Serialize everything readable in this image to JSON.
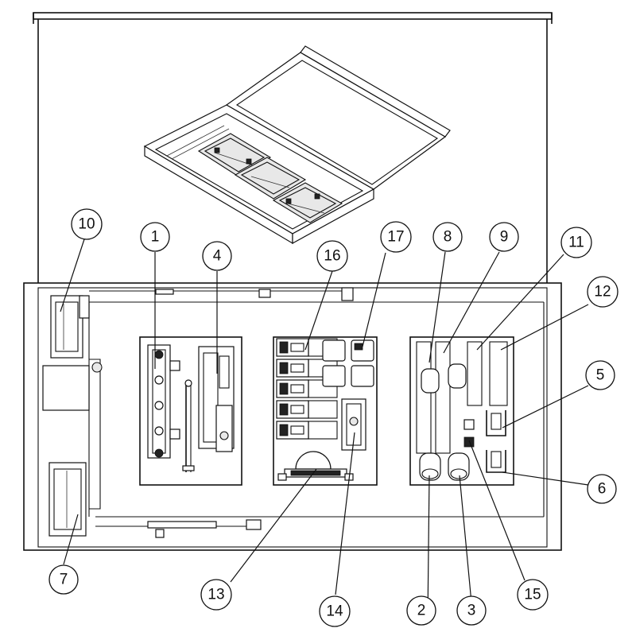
{
  "callouts": [
    {
      "id": "1",
      "label": "1"
    },
    {
      "id": "2",
      "label": "2"
    },
    {
      "id": "3",
      "label": "3"
    },
    {
      "id": "4",
      "label": "4"
    },
    {
      "id": "5",
      "label": "5"
    },
    {
      "id": "6",
      "label": "6"
    },
    {
      "id": "7",
      "label": "7"
    },
    {
      "id": "8",
      "label": "8"
    },
    {
      "id": "9",
      "label": "9"
    },
    {
      "id": "10",
      "label": "10"
    },
    {
      "id": "11",
      "label": "11"
    },
    {
      "id": "12",
      "label": "12"
    },
    {
      "id": "13",
      "label": "13"
    },
    {
      "id": "14",
      "label": "14"
    },
    {
      "id": "15",
      "label": "15"
    },
    {
      "id": "16",
      "label": "16"
    },
    {
      "id": "17",
      "label": "17"
    }
  ]
}
